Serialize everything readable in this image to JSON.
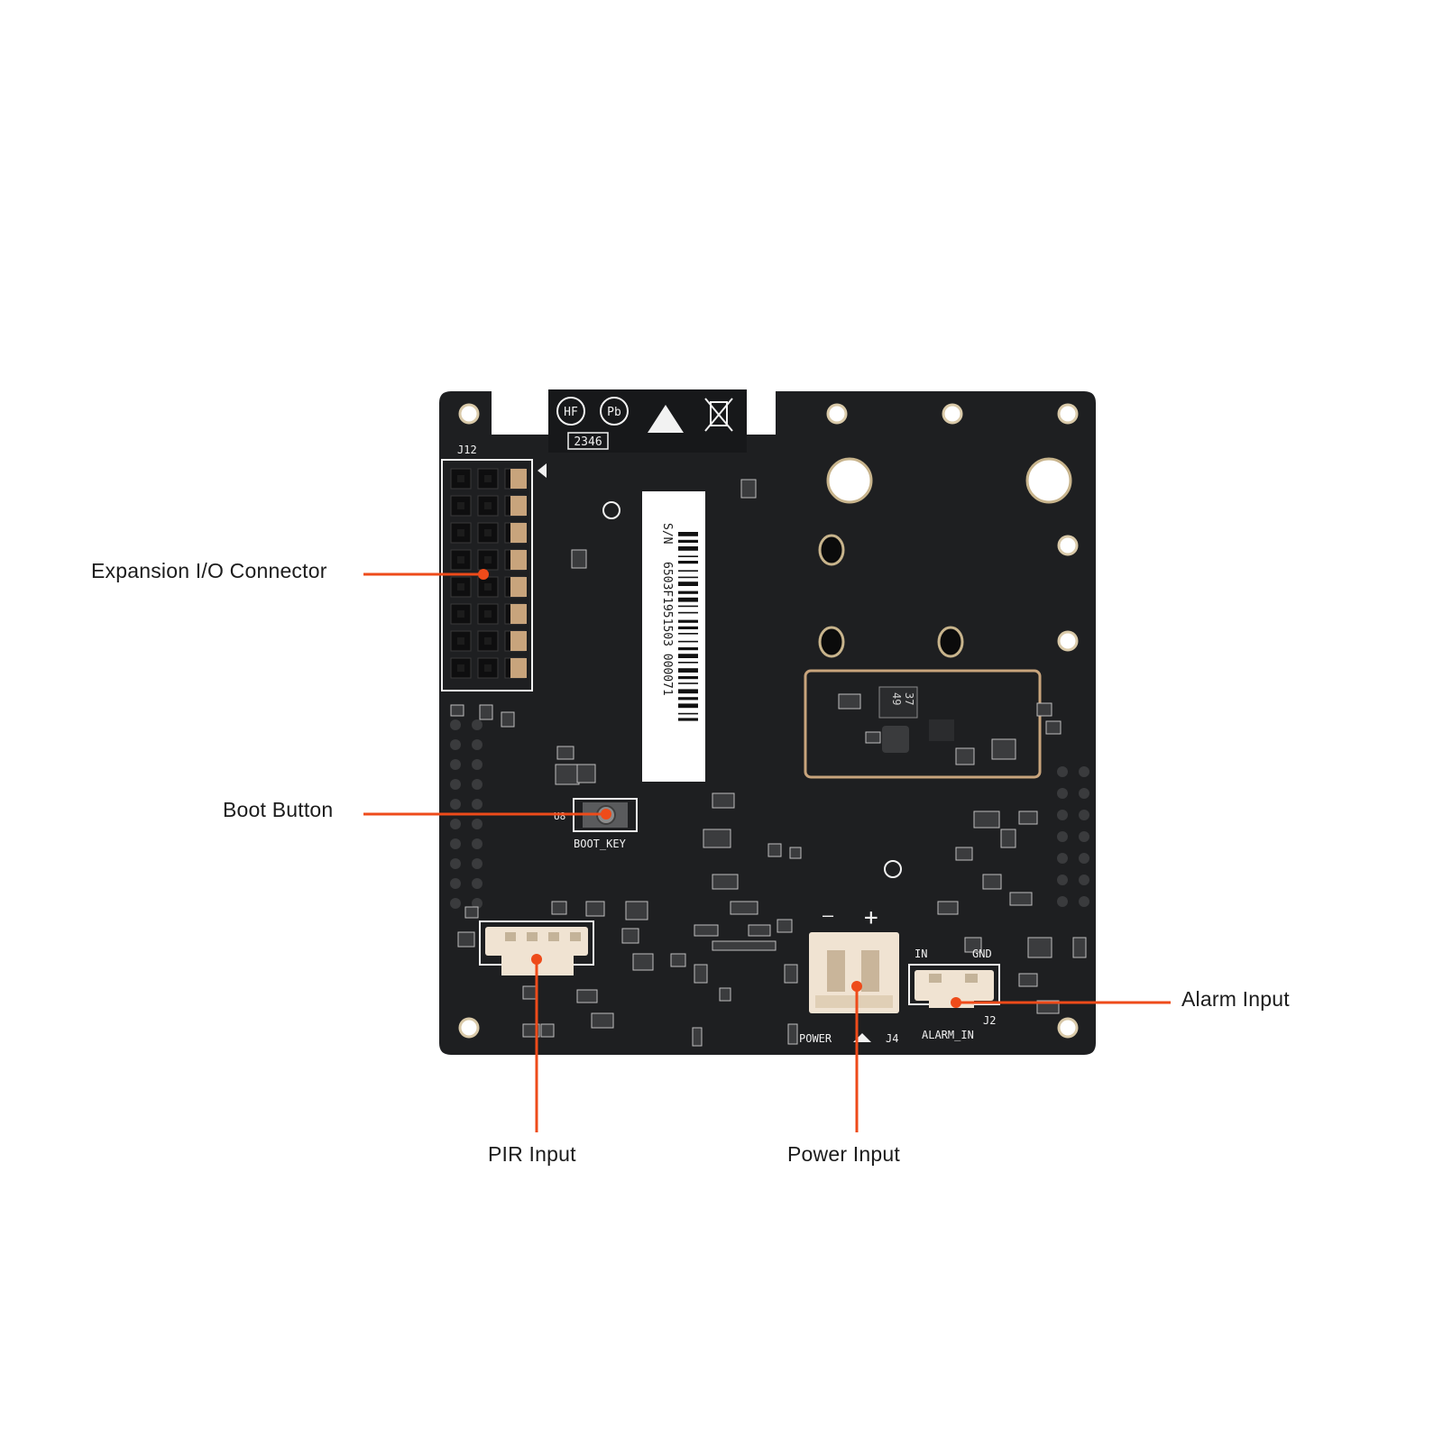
{
  "colors": {
    "background": "#ffffff",
    "board": "#1e1f21",
    "accent": "#ee4b1a",
    "silkscreen": "#f2f2f2",
    "connector": "#f0e3d2"
  },
  "callouts": {
    "expansion": "Expansion I/O Connector",
    "boot": "Boot Button",
    "alarm": "Alarm  Input",
    "pir": "PIR Input",
    "power": "Power Input"
  },
  "board": {
    "header_ref": "J12",
    "cert_code": "2346",
    "cert_hf": "HF",
    "cert_pb": "Pb",
    "serial_prefix": "S/N",
    "serial_number": "6503F1951503 000071",
    "boot_key": "BOOT_KEY",
    "boot_ref": "U8",
    "power_ref": "POWER",
    "power_connector": "J4",
    "alarm_ref": "ALARM_IN",
    "alarm_connector": "J2",
    "alarm_in": "IN",
    "alarm_gnd": "GND",
    "minus": "—",
    "plus": "+",
    "inductor_a": "37",
    "inductor_b": "49"
  }
}
